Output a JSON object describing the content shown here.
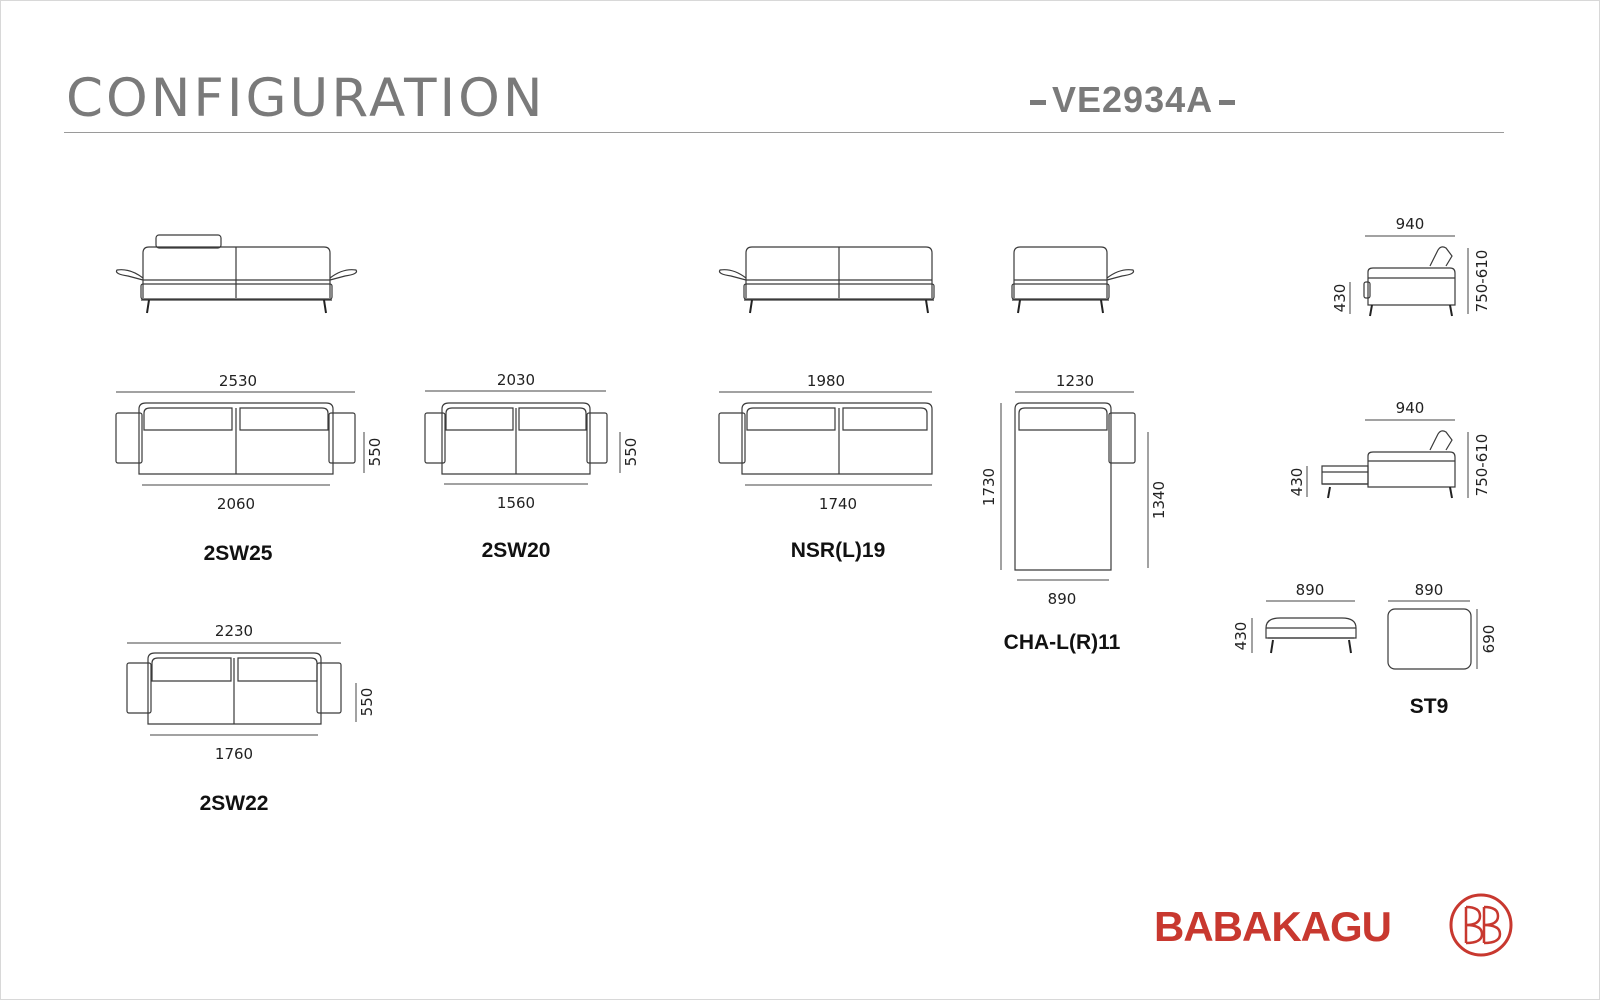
{
  "header": {
    "title": "CONFIGURATION",
    "model_code": "VE2934A"
  },
  "modules": [
    {
      "label": "2SW25",
      "top_width": "2530",
      "bottom_width": "2060",
      "depth": "550"
    },
    {
      "label": "2SW20",
      "top_width": "2030",
      "bottom_width": "1560",
      "depth": "550"
    },
    {
      "label": "NSR(L)19",
      "top_width": "1980",
      "bottom_width": "1740"
    },
    {
      "label": "CHA-L(R)11",
      "top_width": "1230",
      "bottom_width": "890",
      "left_length": "1730",
      "right_length": "1340"
    },
    {
      "label": "2SW22",
      "top_width": "2230",
      "bottom_width": "1760",
      "depth": "550"
    },
    {
      "label": "ST9",
      "side_width": "890",
      "side_height": "430",
      "top_width": "890",
      "top_depth": "690"
    }
  ],
  "side_views": [
    {
      "depth": "940",
      "seat_height": "430",
      "total_height": "750-610"
    },
    {
      "depth": "940",
      "seat_height": "430",
      "total_height": "750-610"
    }
  ],
  "brand": {
    "name": "BABAKAGU",
    "color": "#c8382f",
    "logo_icon": "bb-monogram-icon"
  }
}
